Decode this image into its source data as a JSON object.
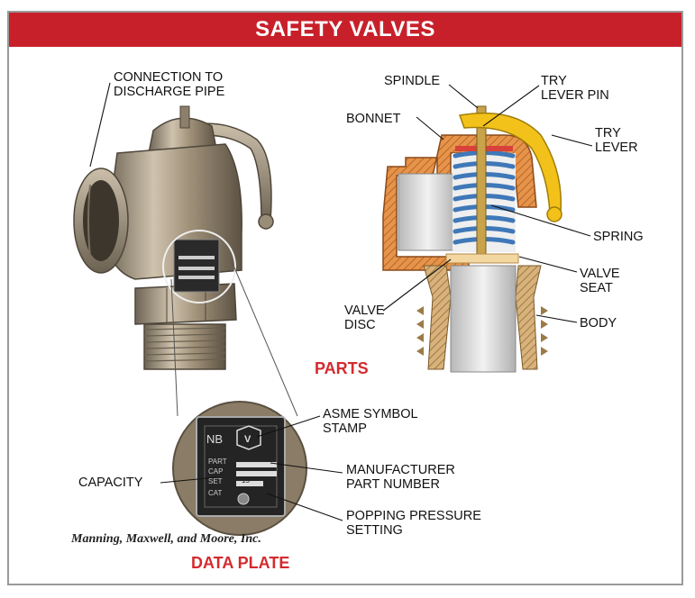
{
  "title": "SAFETY VALVES",
  "labels": {
    "connection": [
      "CONNECTION TO",
      "DISCHARGE PIPE"
    ],
    "spindle": "SPINDLE",
    "try_lever_pin": [
      "TRY",
      "LEVER PIN"
    ],
    "bonnet": "BONNET",
    "try_lever": [
      "TRY",
      "LEVER"
    ],
    "spring": "SPRING",
    "valve_seat": [
      "VALVE",
      "SEAT"
    ],
    "valve_disc": [
      "VALVE",
      "DISC"
    ],
    "body": "BODY",
    "asme": [
      "ASME SYMBOL",
      "STAMP"
    ],
    "capacity": "CAPACITY",
    "mfr_part": [
      "MANUFACTURER",
      "PART NUMBER"
    ],
    "popping": [
      "POPPING PRESSURE",
      "SETTING"
    ]
  },
  "section_titles": {
    "parts": "PARTS",
    "data_plate": "DATA PLATE"
  },
  "credit": "Manning, Maxwell, and Moore, Inc.",
  "plate": {
    "nb": "NB",
    "v": "V",
    "part": "PART",
    "cap": "CAP",
    "set": "SET",
    "set_value": "15",
    "cat": "CAT"
  },
  "colors": {
    "title_bg": "#c8202a",
    "accent_red": "#d42a2f",
    "brass": "#a89880",
    "lever": "#f2c21a",
    "bonnet": "#e6944a",
    "spring": "#4a86c8"
  }
}
